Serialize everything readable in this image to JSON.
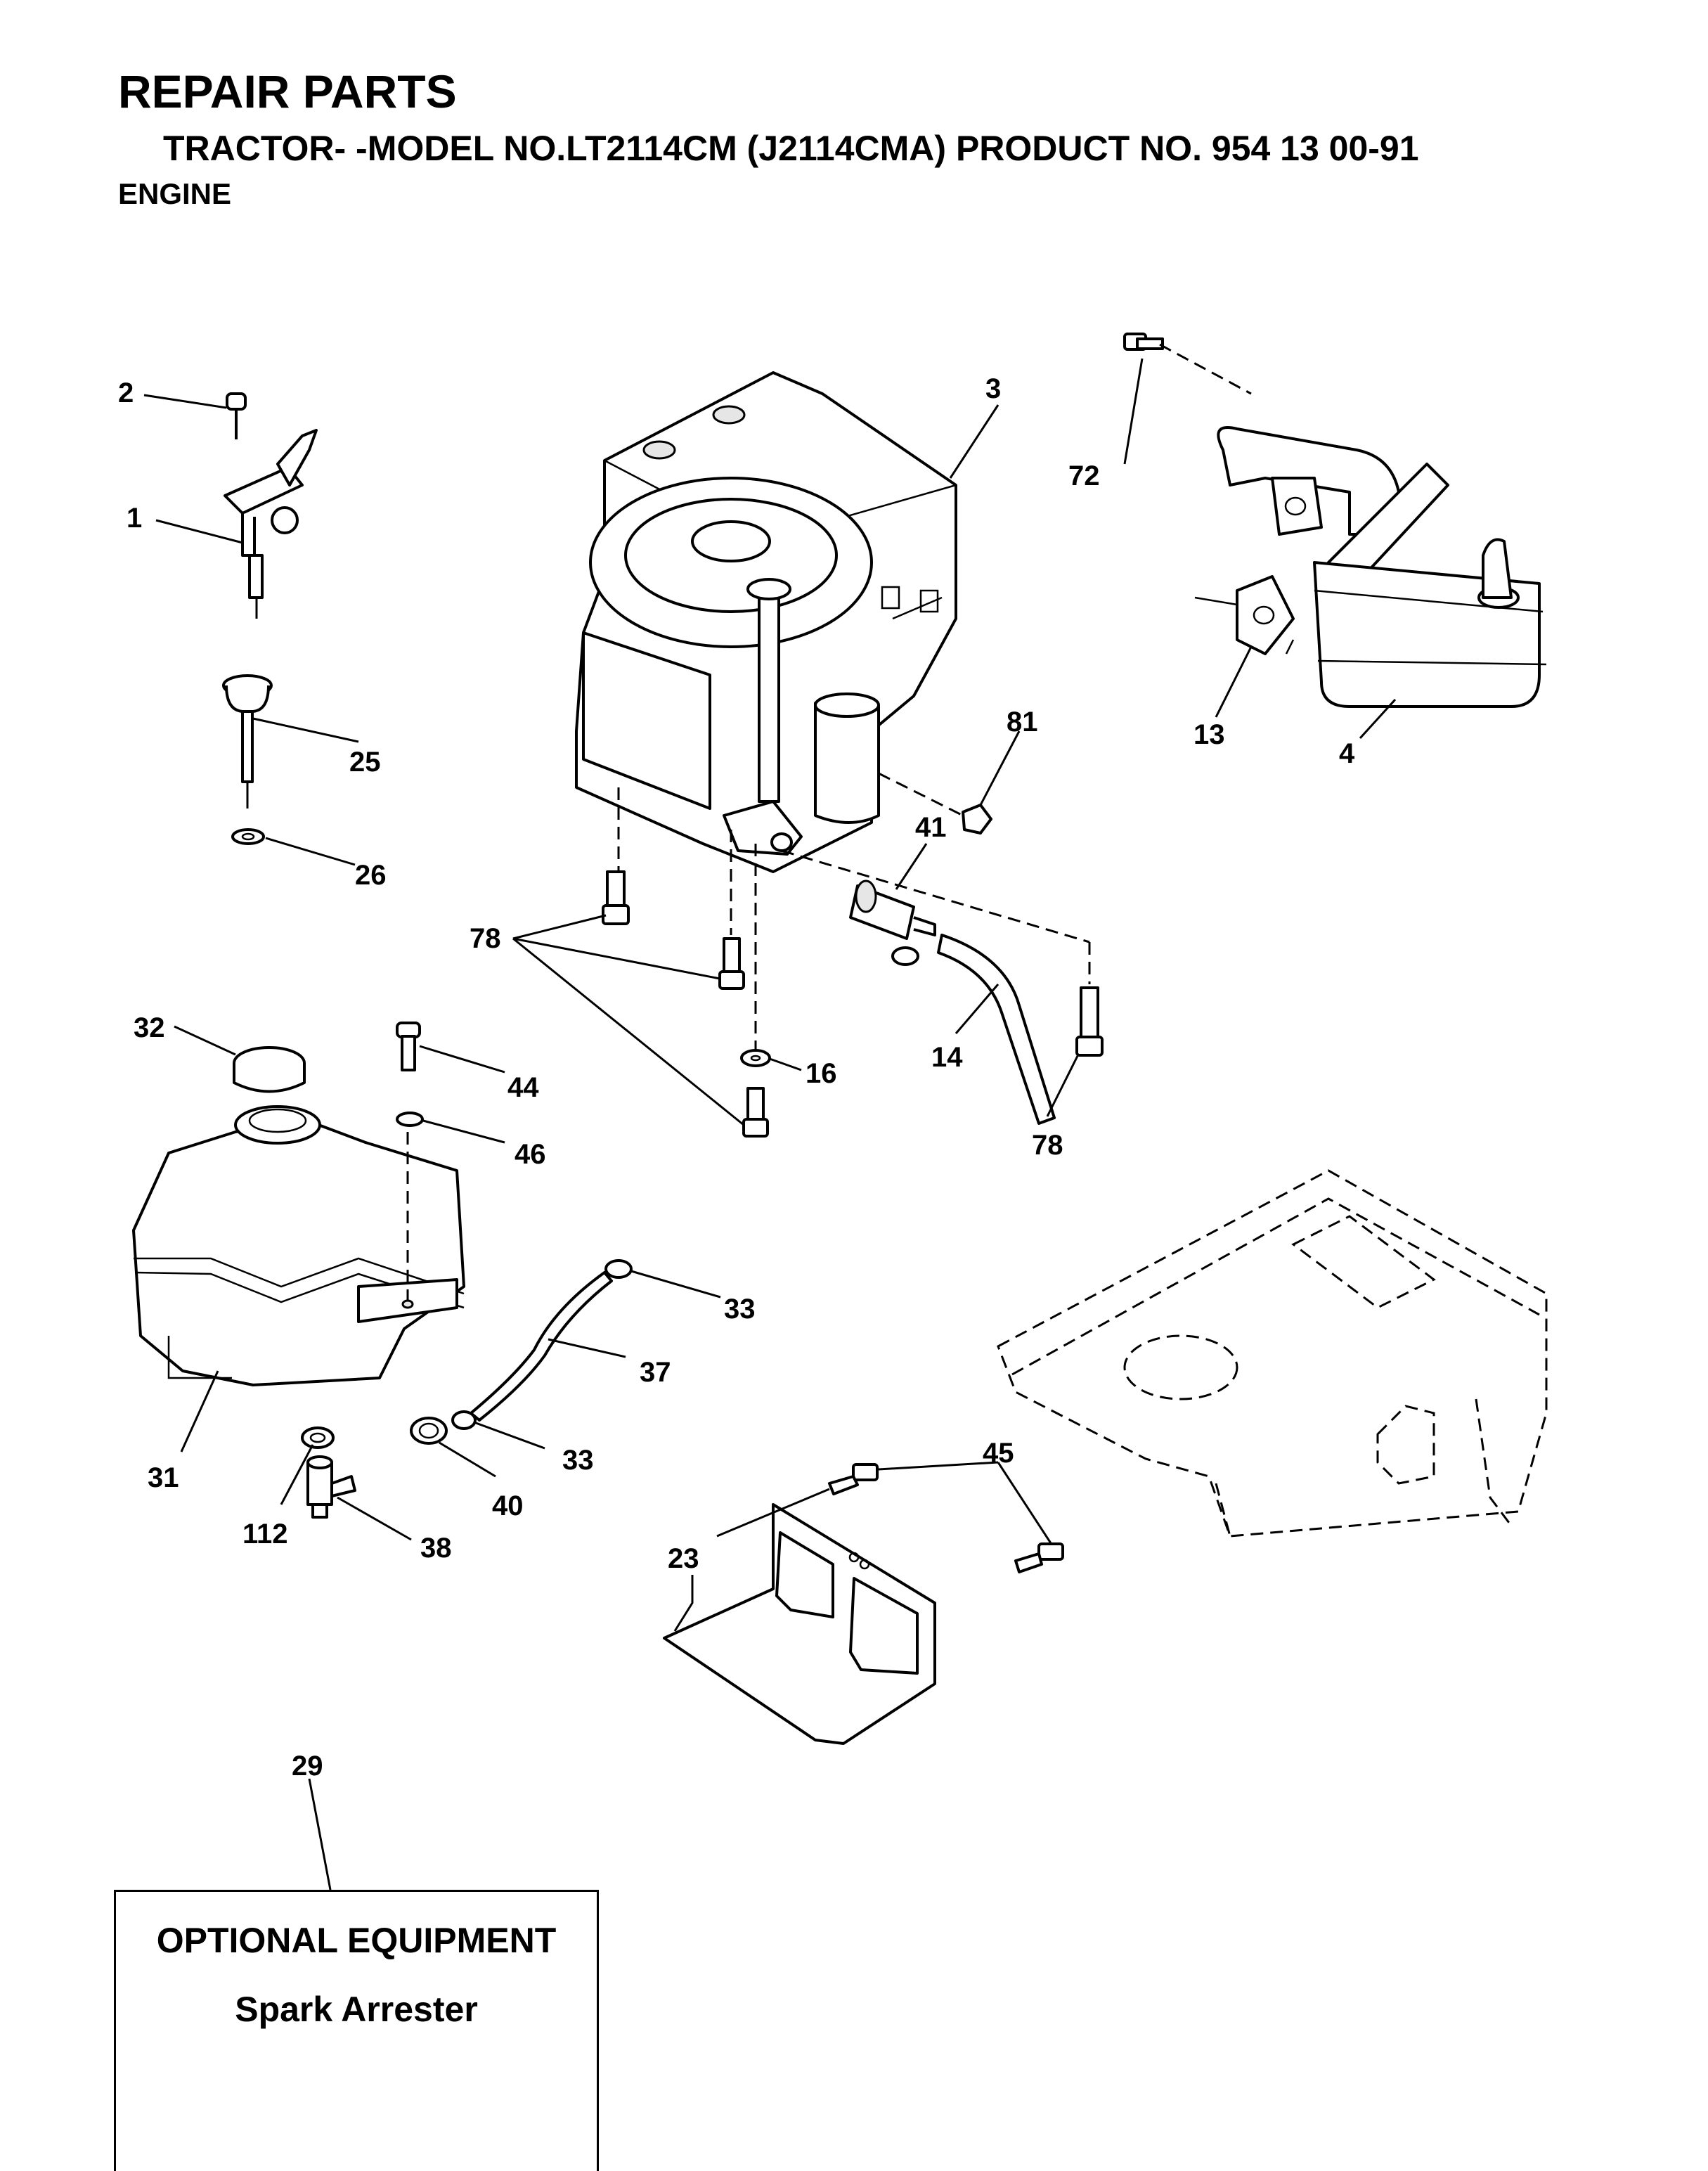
{
  "header": {
    "title": "REPAIR PARTS",
    "subtitle": "TRACTOR- -MODEL NO.LT2114CM (J2114CMA) PRODUCT NO. 954 13 00-91",
    "section": "ENGINE"
  },
  "callouts": [
    "1",
    "2",
    "3",
    "4",
    "13",
    "14",
    "16",
    "23",
    "25",
    "26",
    "29",
    "31",
    "32",
    "33",
    "37",
    "38",
    "40",
    "41",
    "44",
    "45",
    "46",
    "72",
    "78",
    "81",
    "112"
  ],
  "optional_box": {
    "title": "OPTIONAL EQUIPMENT",
    "item": "Spark Arrester"
  }
}
